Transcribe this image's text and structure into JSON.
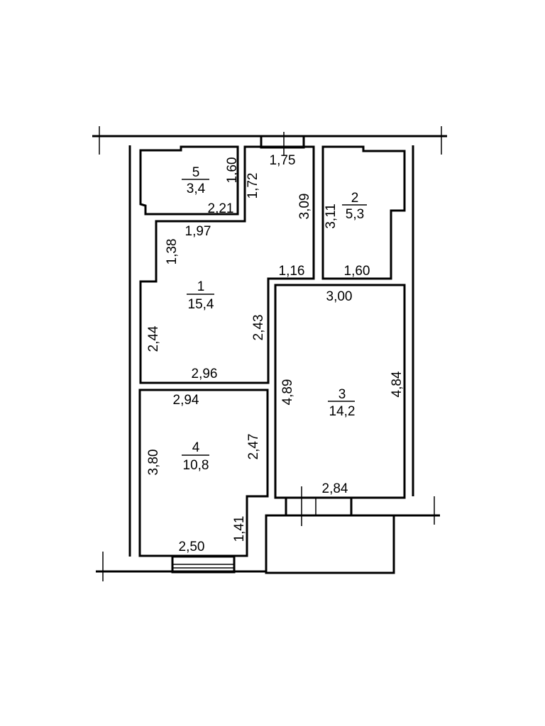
{
  "rooms": [
    {
      "number": "1",
      "area": "15,4"
    },
    {
      "number": "2",
      "area": "5,3"
    },
    {
      "number": "3",
      "area": "14,2"
    },
    {
      "number": "4",
      "area": "10,8"
    },
    {
      "number": "5",
      "area": "3,4"
    }
  ],
  "dimensions": {
    "d175": "1,75",
    "d160a": "1,60",
    "d172": "1,72",
    "d221": "2,21",
    "d197": "1,97",
    "d309": "3,09",
    "d311": "3,11",
    "d138": "1,38",
    "d116": "1,16",
    "d160b": "1,60",
    "d300": "3,00",
    "d244": "2,44",
    "d243": "2,43",
    "d296": "2,96",
    "d294": "2,94",
    "d489": "4,89",
    "d484": "4,84",
    "d380": "3,80",
    "d247": "2,47",
    "d284": "2,84",
    "d141": "1,41",
    "d250": "2,50"
  }
}
